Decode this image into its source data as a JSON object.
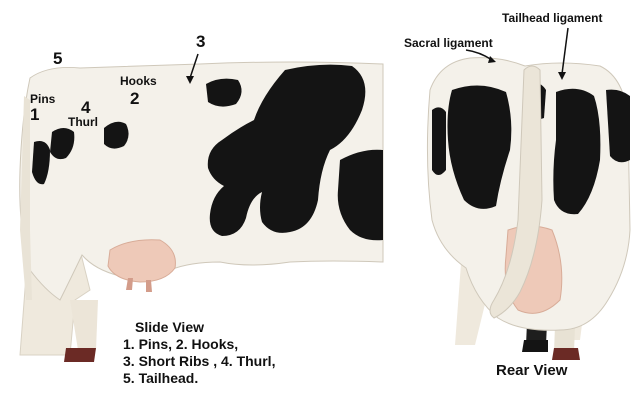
{
  "side_view": {
    "labels": {
      "n5": "5",
      "pins": "Pins",
      "n1": "1",
      "n4": "4",
      "thurl": "Thurl",
      "hooks": "Hooks",
      "n2": "2",
      "n3": "3"
    },
    "legend": {
      "title": "Slide View",
      "line1": "1. Pins, 2. Hooks,",
      "line2": "3. Short Ribs , 4. Thurl,",
      "line3": "5. Tailhead."
    }
  },
  "rear_view": {
    "tailhead_label": "Tailhead ligament",
    "sacral_label": "Sacral ligament",
    "title": "Rear View"
  },
  "colors": {
    "coat_white": "#f4f1ea",
    "coat_black": "#141414",
    "udder_pink": "#eec9b8",
    "hoof": "#6b2a25",
    "arrow": "#111111"
  }
}
